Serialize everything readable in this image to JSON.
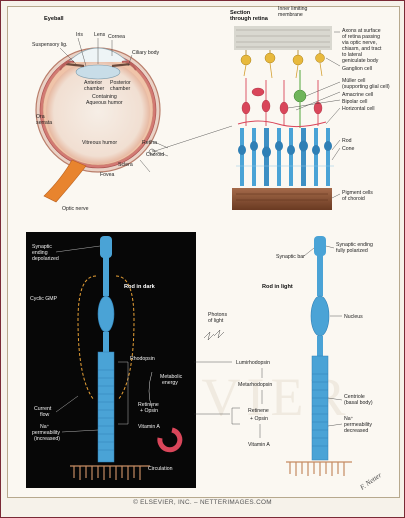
{
  "eyeball": {
    "title": "Eyeball",
    "labels": {
      "suspensory": "Suspensory lig.",
      "iris": "Iris",
      "lens": "Lens",
      "cornea": "Cornea",
      "ciliary": "Ciliary body",
      "anterior": "Anterior",
      "posterior": "Posterior",
      "chamber": "chamber",
      "chamber2": "chamber",
      "aqueous1": "Containing",
      "aqueous2": "Aqueous humor",
      "ora1": "Ora",
      "ora2": "serrata",
      "vitreous": "Vitreous humor",
      "retina": "Retina",
      "choroid": "Choroid",
      "sclera": "Sclera",
      "fovea": "Fovea",
      "optic": "Optic nerve"
    }
  },
  "retina": {
    "title1": "Section",
    "title2": "through retina",
    "inner_limit1": "Inner limiting",
    "inner_limit2": "membrane",
    "labels": {
      "axons1": "Axons at surface",
      "axons2": "of retina passing",
      "axons3": "via optic nerve,",
      "axons4": "chiasm, and tract",
      "axons5": "to lateral",
      "axons6": "geniculate body",
      "ganglion": "Ganglion cell",
      "muller1": "Müller cell",
      "muller2": "(supporting glial cell)",
      "amacrine": "Amacrine cell",
      "bipolar": "Bipolar cell",
      "horizontal": "Horizontal cell",
      "rod": "Rod",
      "cone": "Cone",
      "pigment1": "Pigment cells",
      "pigment2": "of choroid"
    }
  },
  "dark": {
    "synaptic1": "Synaptic",
    "synaptic2": "ending",
    "synaptic3": "depolarized",
    "title": "Rod in dark",
    "cGMP": "Cyclic GMP",
    "current1": "Current",
    "current2": "flow",
    "na1": "Na⁺",
    "na2": "permeability",
    "na3": "(increased)"
  },
  "cycle": {
    "photons1": "Photons",
    "photons2": "of light",
    "rhodopsin": "Rhodopsin",
    "lumirhodopsin": "Lumirhodopsin",
    "metarhodopsin": "Metarhodopsin",
    "metabolic1": "Metabolic",
    "metabolic2": "energy",
    "retinal": "Retinene",
    "opsin": "+ Opsin",
    "vitaminA": "Vitamin A",
    "circulation": "Circulation",
    "retinal_r": "Retinene",
    "opsin_r": "+ Opsin",
    "vitaminA_r": "Vitamin A"
  },
  "light": {
    "title": "Rod in light",
    "synaptic_bar": "Synaptic bar",
    "synaptic1": "Synaptic ending",
    "synaptic2": "fully polarized",
    "nucleus": "Nucleus",
    "centriole1": "Centriole",
    "centriole2": "(basal body)",
    "na1": "Na⁺",
    "na2": "permeability",
    "na3": "decreased"
  },
  "watermark": "ELSEVIER",
  "signature": "F. Netter",
  "copyright": "© ELSEVIER, INC. – NETTERIMAGES.COM",
  "colors": {
    "rod_blue": "#4aa3d6",
    "red_cell": "#d9465a",
    "lens_blue": "#c8dde8",
    "panel_black": "#070707",
    "optic_orange": "#e8842e",
    "border": "#7a2a36"
  }
}
